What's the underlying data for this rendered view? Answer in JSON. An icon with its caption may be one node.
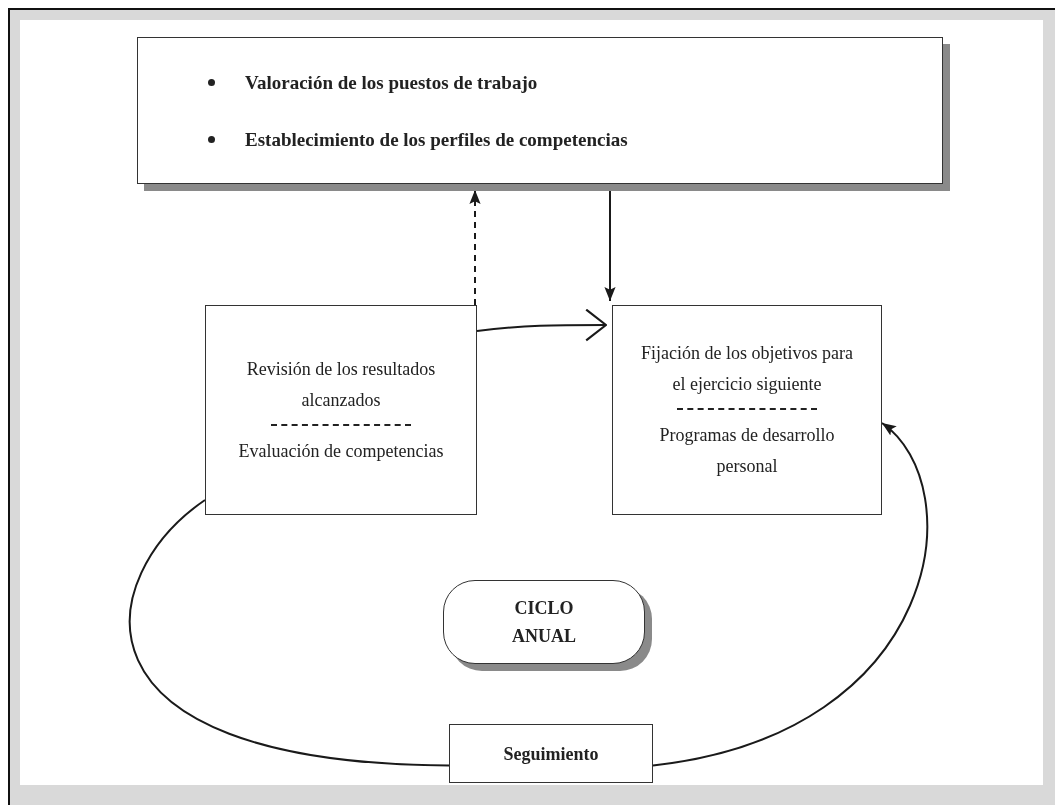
{
  "diagram": {
    "nodes": [
      {
        "text": [
          "Valoración de los puestos de trabajo",
          "Establecimiento de los perfiles de competencias"
        ]
      },
      {
        "text": [
          "Revisión de los resultados alcanzados",
          "Evaluación de competencias"
        ]
      },
      {
        "text": [
          "Fijación de los objetivos para el ejercicio siguiente",
          "Programas de desarrollo personal"
        ]
      },
      {
        "text": [
          "CICLO ANUAL"
        ]
      },
      {
        "text": [
          "Seguimiento"
        ]
      }
    ],
    "edges": [
      {
        "from": 1,
        "to": 0,
        "arrow": "to",
        "style": "dashed"
      },
      {
        "from": 0,
        "to": 2,
        "arrow": "to"
      },
      {
        "from": 1,
        "to": 2,
        "arrow": "to"
      },
      {
        "from": 1,
        "to": 4,
        "arrow": "none"
      },
      {
        "from": 4,
        "to": 2,
        "arrow": "to"
      }
    ]
  }
}
